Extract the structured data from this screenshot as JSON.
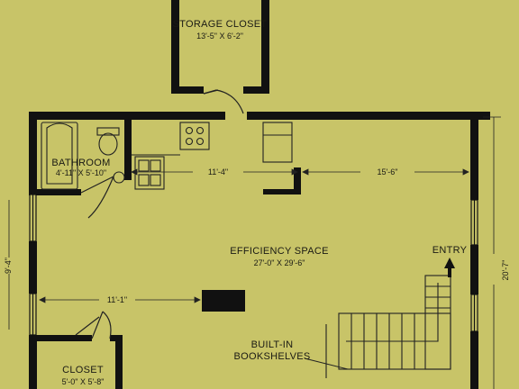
{
  "colors": {
    "background": "#c8c468",
    "wall": "#111111",
    "line": "#222222"
  },
  "rooms": {
    "storage": {
      "name": "STORAGE CLOSET",
      "size": "13'-5\" X 6'-2\""
    },
    "bathroom": {
      "name": "BATHROOM",
      "size": "4'-11\" X 5'-10\""
    },
    "efficiency": {
      "name": "EFFICIENCY SPACE",
      "size": "27'-0\" X 29'-6\""
    },
    "closet": {
      "name": "CLOSET",
      "size": "5'-0\" X 5'-8\""
    }
  },
  "labels": {
    "entry": "ENTRY",
    "bookshelves_line1": "BUILT-IN",
    "bookshelves_line2": "BOOKSHELVES"
  },
  "dimensions": {
    "kitchen_width": "11'-4\"",
    "right_width": "15'-6\"",
    "left_height": "9'-4\"",
    "left_width": "11'-1\"",
    "overall_height": "20'-7\""
  }
}
